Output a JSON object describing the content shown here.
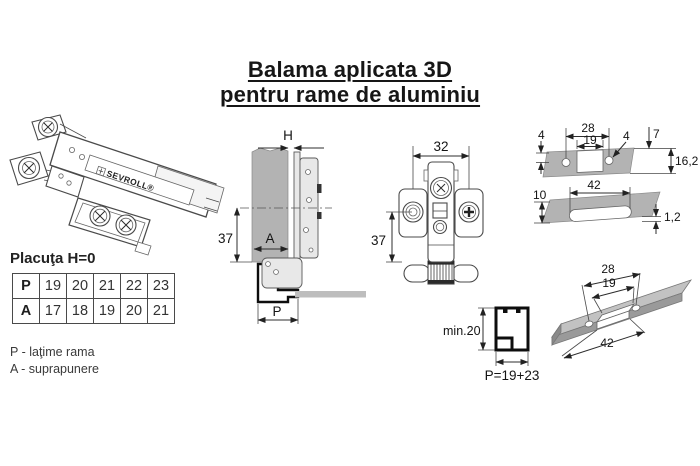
{
  "title": {
    "line1": "Balama aplicata 3D",
    "line2": "pentru rame de aluminiu"
  },
  "brand": "SEVROLL®",
  "plate_table": {
    "caption": "Placuţa H=0",
    "rows": [
      {
        "header": "P",
        "values": [
          "19",
          "20",
          "21",
          "22",
          "23"
        ]
      },
      {
        "header": "A",
        "values": [
          "17",
          "18",
          "19",
          "20",
          "21"
        ]
      }
    ]
  },
  "legend": {
    "p": "P - laţime rama",
    "a": "A - suprapunere"
  },
  "dims": {
    "side": {
      "h": "H",
      "v": "37",
      "a": "A",
      "p": "P"
    },
    "front": {
      "w": "32",
      "v": "37"
    },
    "sec1": {
      "w28": "28",
      "w19": "19",
      "d4l": "4",
      "d4r": "4",
      "d7": "7",
      "h": "16,2"
    },
    "sec2": {
      "w42": "42",
      "d10": "10",
      "t": "1,2"
    },
    "profile": {
      "min": "min.20",
      "range": "P=19+23"
    },
    "bar": {
      "w28": "28",
      "w19": "19",
      "w42": "42"
    }
  }
}
